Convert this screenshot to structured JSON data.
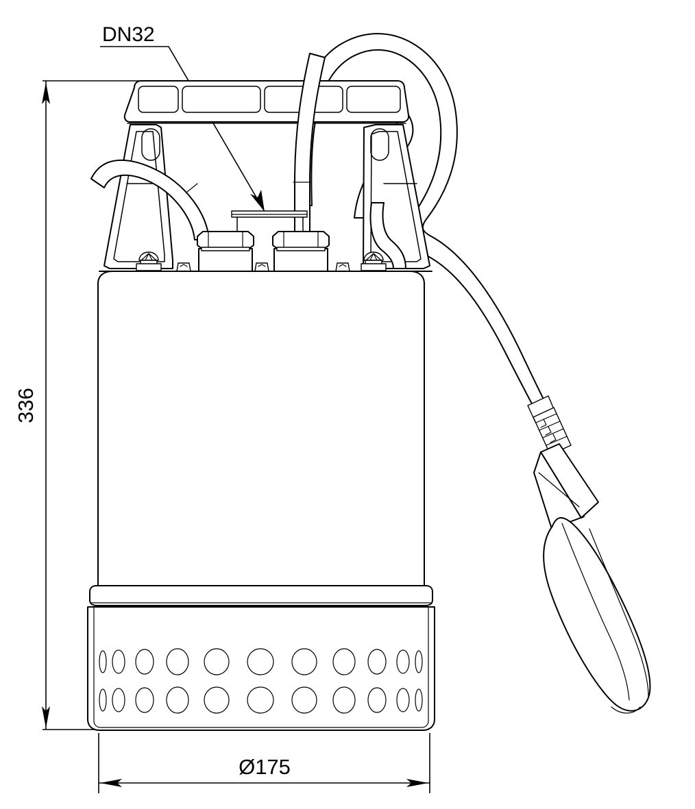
{
  "drawing": {
    "title": "Submersible pump dimensional drawing",
    "view": "front elevation",
    "background_color": "#ffffff",
    "line_color": "#000000"
  },
  "labels": {
    "discharge_connection": "DN32"
  },
  "dimensions": {
    "height": {
      "value": "336",
      "unit": "mm",
      "orientation": "vertical",
      "position": "left"
    },
    "diameter": {
      "value": "Ø175",
      "unit": "mm",
      "orientation": "horizontal",
      "position": "bottom"
    }
  },
  "components": {
    "carry_handle": "carry-handle",
    "handle_slots_count": 4,
    "discharge_port": "discharge-flange-dn32",
    "cable_gland_left": "cable-gland-left",
    "cable_gland_right": "cable-gland-right",
    "motor_housing": "motor-housing",
    "strainer_base": "strainer-base",
    "strainer_hole_rows": 2,
    "strainer_holes_per_row": 11,
    "power_cable": "power-cable",
    "float_switch": "float-switch",
    "strain_relief": "strain-relief-boot",
    "left_hose": "left-hose",
    "right_hose": "right-hose"
  }
}
